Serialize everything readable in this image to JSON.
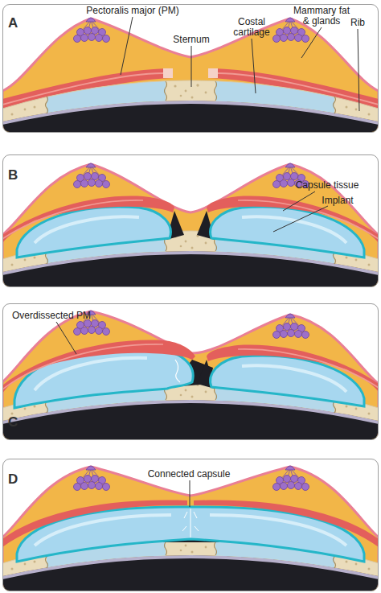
{
  "diagram": {
    "nodes": [
      {
        "text": [
          "A"
        ]
      },
      {
        "text": [
          "B"
        ]
      },
      {
        "text": [
          "C"
        ]
      },
      {
        "text": [
          "D"
        ]
      }
    ],
    "labels": [
      "Pectoralis major (PM)",
      "Sternum",
      "Costal cartilage",
      "Mammary fat & glands",
      "Rib",
      "Capsule tissue",
      "Implant",
      "Overdissected PM",
      "Connected capsule"
    ]
  }
}
